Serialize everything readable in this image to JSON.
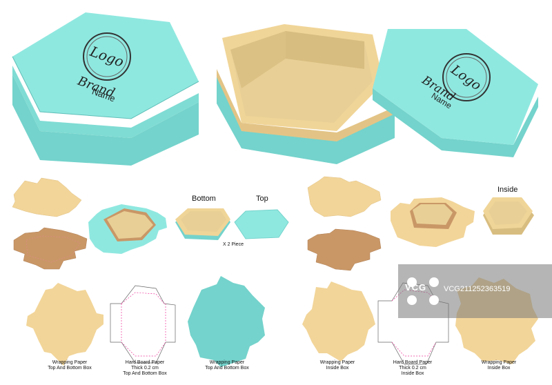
{
  "boxes": {
    "closed": {
      "logo_text": "Logo",
      "brand_script": "Brand",
      "brand_name": "Name"
    },
    "lid": {
      "logo_text": "Logo",
      "brand_script": "Brand",
      "brand_name": "Name"
    }
  },
  "labels": {
    "bottom": "Bottom",
    "top": "Top",
    "x2": "X 2 Piece",
    "inside": "Inside"
  },
  "captions": {
    "c1": [
      "Wrapping Paper",
      "Top And Bottom Box"
    ],
    "c2": [
      "Hard Board Paper",
      "Thick 0.2 cm",
      "Top And Bottom Box"
    ],
    "c3": [
      "Wrapping Paper",
      "Top And Bottom Box"
    ],
    "c4": [
      "Wrapping Paper",
      "Inside  Box"
    ],
    "c5": [
      "Hard Board Paper",
      "Thick 0.2 cm",
      "Inside Box"
    ],
    "c6": [
      "Wrapping Paper",
      "Inside  Box"
    ]
  },
  "watermark": {
    "brand": "VCG",
    "id": "VCG211252363519"
  },
  "colors": {
    "teal_top": "#8fe8e0",
    "teal_side": "#74d3cc",
    "teal_dark": "#5fbfb8",
    "kraft": "#f1d398",
    "kraft_dark": "#c99766",
    "inside": "#e8cf95"
  }
}
